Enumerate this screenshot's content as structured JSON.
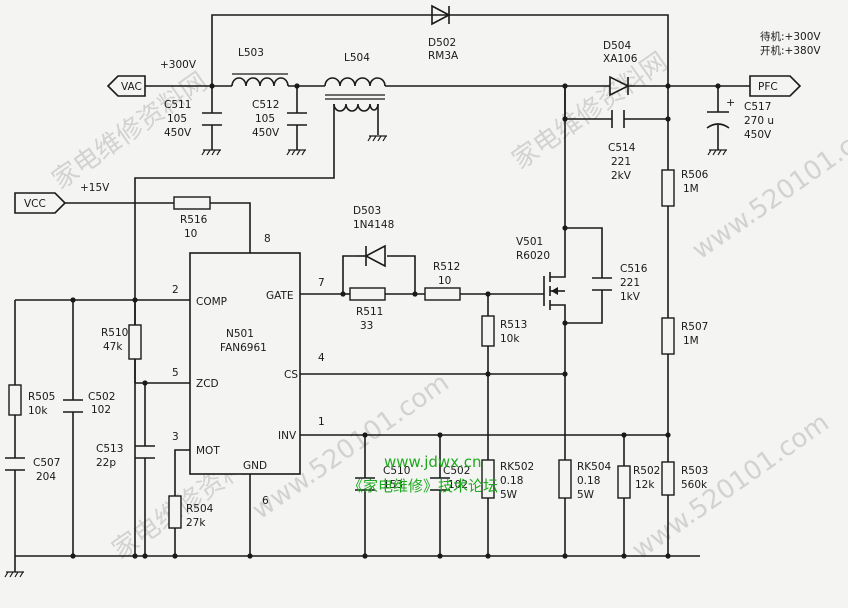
{
  "labels": {
    "vac": "VAC",
    "vcc": "VCC",
    "pfc": "PFC",
    "v300": "+300V",
    "v15": "+15V",
    "standby1": "待机:+300V",
    "standby2": "开机:+380V",
    "l503": "L503",
    "l504": "L504",
    "d502": "D502",
    "d502v": "RM3A",
    "d504": "D504",
    "d504v": "XA106",
    "d503": "D503",
    "d503v": "1N4148",
    "c511": "C511",
    "c511a": "105",
    "c511b": "450V",
    "c512": "C512",
    "c512a": "105",
    "c512b": "450V",
    "c517": "C517",
    "c517a": "270 u",
    "c517b": "450V",
    "c514": "C514",
    "c514a": "221",
    "c514b": "2kV",
    "c516": "C516",
    "c516a": "221",
    "c516b": "1kV",
    "r506": "R506",
    "r506v": "1M",
    "r507": "R507",
    "r507v": "1M",
    "r516": "R516",
    "r516v": "10",
    "r512": "R512",
    "r512v": "10",
    "r511": "R511",
    "r511v": "33",
    "r513": "R513",
    "r513v": "10k",
    "r510": "R510",
    "r510v": "47k",
    "r505": "R505",
    "r505v": "10k",
    "c502a": "C502",
    "c502av": "102",
    "c513": "C513",
    "c513v": "22p",
    "c507": "C507",
    "c507v": "204",
    "r504": "R504",
    "r504v": "27k",
    "c510": "C510",
    "c510v": "153",
    "c502b": "C502",
    "c502bv": "102",
    "rk502": "RK502",
    "rk502a": "0.18",
    "rk502b": "5W",
    "rk504": "RK504",
    "rk504a": "0.18",
    "rk504b": "5W",
    "r502": "R502",
    "r502v": "12k",
    "r503": "R503",
    "r503v": "560k",
    "v501": "V501",
    "v501v": "R6020",
    "ic_name": "N501",
    "ic_part": "FAN6961",
    "pin8": "8",
    "pin7": "7",
    "pin2": "2",
    "pin5": "5",
    "pin3": "3",
    "pin4": "4",
    "pin1": "1",
    "pin6": "6",
    "p_comp": "COMP",
    "p_gate": "GATE",
    "p_zcd": "ZCD",
    "p_cs": "CS",
    "p_mot": "MOT",
    "p_inv": "INV",
    "p_gnd": "GND",
    "wm_url": "www.jdwx.cn",
    "wm_forum": "《家电维修》技术论坛",
    "wm_bg1": "家电维修资料网",
    "wm_bg2": "www.520101.com"
  },
  "colors": {
    "ink": "#1a1a1a",
    "paper": "#f4f4f2",
    "watermark": "#1faa1f"
  }
}
